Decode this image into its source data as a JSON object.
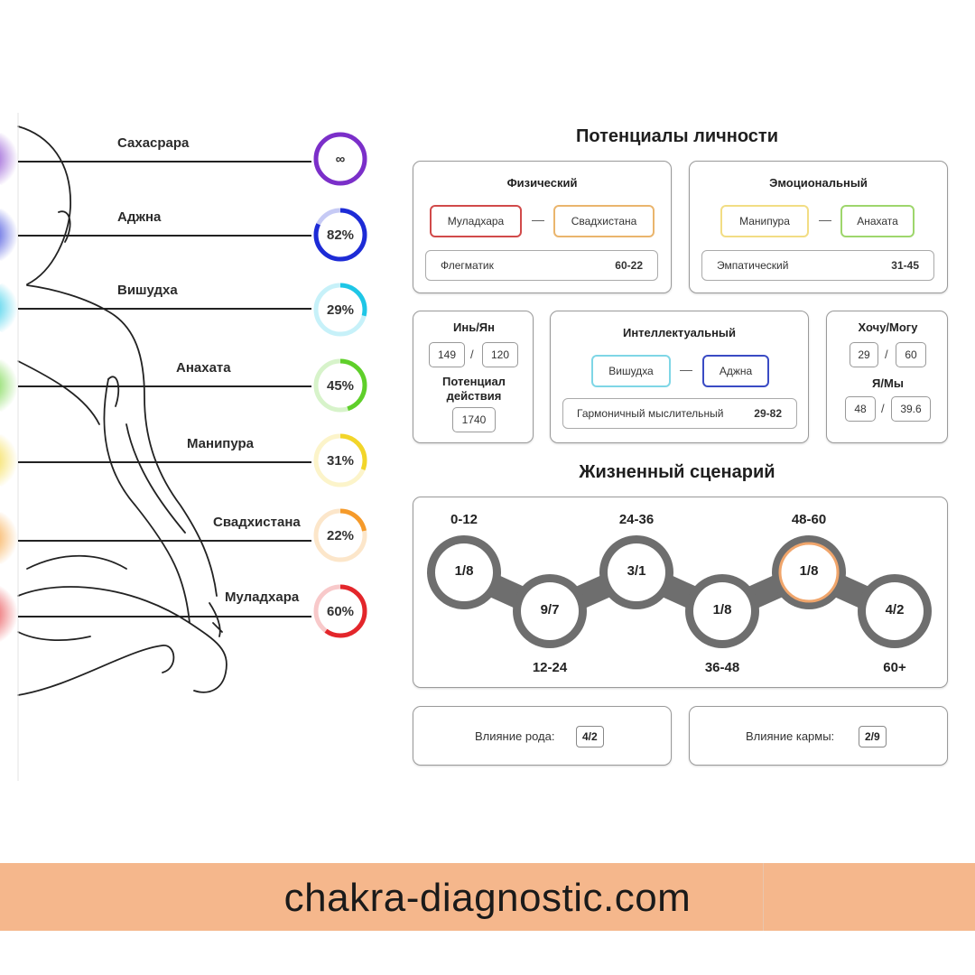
{
  "chakras": [
    {
      "name": "Сахасрара",
      "value": "∞",
      "percent": 100,
      "color": "#7b2fc9"
    },
    {
      "name": "Аджна",
      "value": "82%",
      "percent": 82,
      "color": "#1d2bd6"
    },
    {
      "name": "Вишудха",
      "value": "29%",
      "percent": 29,
      "color": "#1ec6e6"
    },
    {
      "name": "Анахата",
      "value": "45%",
      "percent": 45,
      "color": "#5fcf2a"
    },
    {
      "name": "Манипура",
      "value": "31%",
      "percent": 31,
      "color": "#f2d52a"
    },
    {
      "name": "Свадхистана",
      "value": "22%",
      "percent": 22,
      "color": "#f59a2a"
    },
    {
      "name": "Муладхара",
      "value": "60%",
      "percent": 60,
      "color": "#e3262b"
    }
  ],
  "potentials": {
    "title": "Потенциалы личности",
    "physical": {
      "title": "Физический",
      "left": "Муладхара",
      "right": "Свадхистана",
      "dash": "—",
      "type_label": "Флегматик",
      "type_value": "60-22"
    },
    "emotional": {
      "title": "Эмоциональный",
      "left": "Манипура",
      "right": "Анахата",
      "dash": "—",
      "type_label": "Эмпатический",
      "type_value": "31-45"
    },
    "yin_yang": {
      "title": "Инь/Ян",
      "a": "149",
      "b": "120",
      "slash": "/",
      "action_title": "Потенциал действия",
      "action_value": "1740"
    },
    "intellectual": {
      "title": "Интеллектуальный",
      "left": "Вишудха",
      "right": "Аджна",
      "dash": "—",
      "type_label": "Гармоничный мыслительный",
      "type_value": "29-82"
    },
    "want_can": {
      "title": "Хочу/Могу",
      "a": "29",
      "b": "60",
      "slash": "/",
      "title2": "Я/Мы",
      "c": "48",
      "d": "39.6"
    }
  },
  "life": {
    "title": "Жизненный сценарий",
    "nodes": [
      {
        "value": "1/8",
        "age": "0-12"
      },
      {
        "value": "9/7",
        "age": "12-24"
      },
      {
        "value": "3/1",
        "age": "24-36"
      },
      {
        "value": "1/8",
        "age": "36-48"
      },
      {
        "value": "1/8",
        "age": "48-60",
        "highlight": true
      },
      {
        "value": "4/2",
        "age": "60+"
      }
    ]
  },
  "influence": {
    "rod_label": "Влияние рода:",
    "rod_value": "4/2",
    "karma_label": "Влияние кармы:",
    "karma_value": "2/9"
  },
  "colors": {
    "footer": "#f5b78c",
    "highlight_ring": "#f0a56b",
    "chain": "#6e6e6e"
  },
  "footer": {
    "site": "chakra-diagnostic.com"
  }
}
